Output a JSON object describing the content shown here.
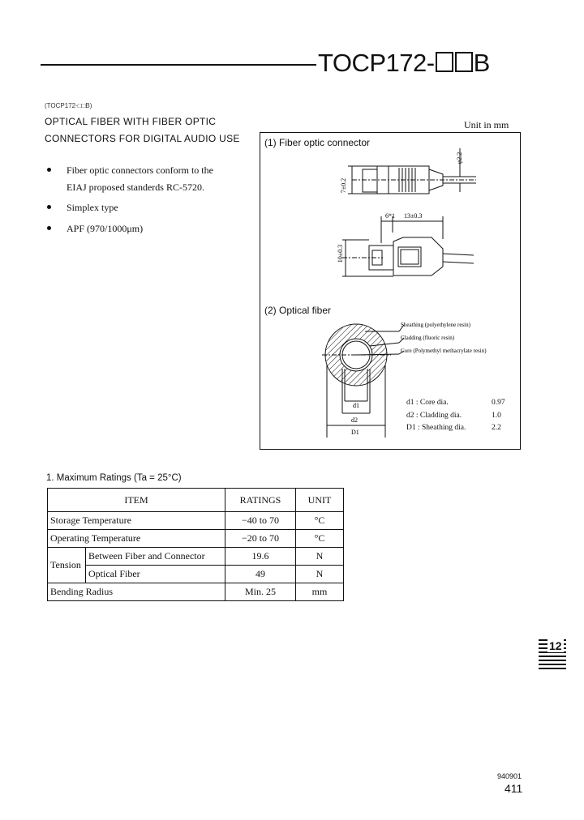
{
  "header": {
    "title_prefix": "TOCP172-",
    "title_suffix": "B"
  },
  "intro": {
    "small_part": "(TOCP172-□□B)",
    "description_line1": "OPTICAL FIBER WITH FIBER OPTIC",
    "description_line2": "CONNECTORS FOR DIGITAL AUDIO USE"
  },
  "features": [
    "Fiber optic connectors conform to the",
    "EIAJ proposed standerds RC-5720.",
    "Simplex type",
    "APF (970/1000μm)"
  ],
  "figure": {
    "unit_label": "Unit in mm",
    "section1_label": "(1) Fiber optic connector",
    "section2_label": "(2) Optical fiber",
    "dims": {
      "phi22": "φ2.2",
      "seven": "7±0.2",
      "six": "6*1",
      "thirteen": "13±0.3",
      "ten": "10±0.3"
    },
    "callouts": [
      "Sheathing (polyethylene resin)",
      "Cladding (fluoric resin)",
      "Core (Polymethyl methacrylate resin)"
    ],
    "cross_dims": {
      "d1": "d1",
      "d2": "d2",
      "D1": "D1"
    },
    "legend": [
      {
        "label": "d1 : Core dia.",
        "value": "0.97"
      },
      {
        "label": "d2 : Cladding dia.",
        "value": "1.0"
      },
      {
        "label": "D1 : Sheathing dia.",
        "value": "2.2"
      }
    ]
  },
  "ratings": {
    "section_title": "1.  Maximum Ratings (Ta = 25°C)",
    "headers": {
      "item": "ITEM",
      "ratings": "RATINGS",
      "unit": "UNIT"
    },
    "rows": {
      "storage": {
        "item": "Storage Temperature",
        "value": "−40 to 70",
        "unit": "°C"
      },
      "operating": {
        "item": "Operating Temperature",
        "value": "−20 to 70",
        "unit": "°C"
      },
      "tension_label": "Tension",
      "tension_connector": {
        "item": "Between Fiber and Connector",
        "value": "19.6",
        "unit": "N"
      },
      "tension_fiber": {
        "item": "Optical Fiber",
        "value": "49",
        "unit": "N"
      },
      "bending": {
        "item": "Bending Radius",
        "value": "Min. 25",
        "unit": "mm"
      }
    }
  },
  "side_tab": {
    "number": "12"
  },
  "footer": {
    "date_code": "940901",
    "page_number": "411"
  }
}
